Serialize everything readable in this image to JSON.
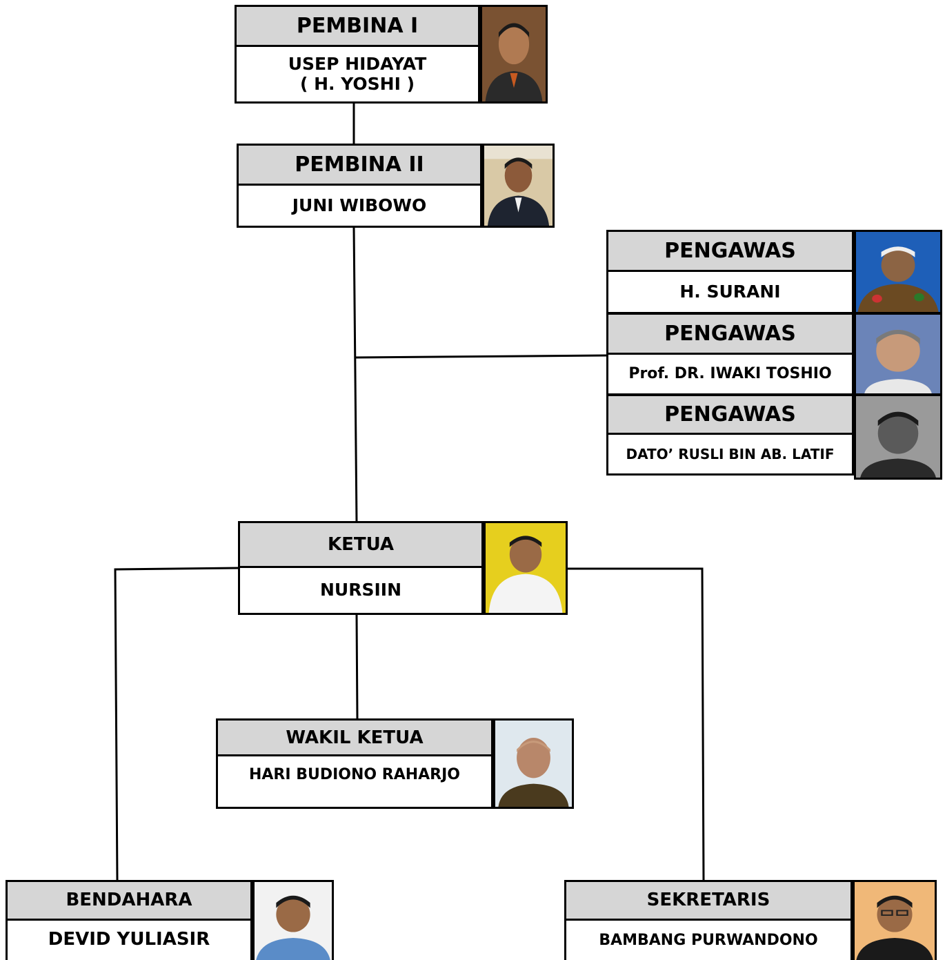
{
  "pembina_1": {
    "role": "PEMBINA I",
    "name": "USEP HIDAYAT\n( H. YOSHI )",
    "photo_bg": "#7a5232"
  },
  "pembina_2": {
    "role": "PEMBINA II",
    "name": "JUNI WIBOWO",
    "photo_bg": "#d9c9a6"
  },
  "pengawas": [
    {
      "role": "PENGAWAS",
      "name": "H. SURANI",
      "photo_bg": "#1e5fb8"
    },
    {
      "role": "PENGAWAS",
      "name": "Prof. DR. IWAKI TOSHIO",
      "photo_bg": "#6b84b8"
    },
    {
      "role": "PENGAWAS",
      "name": "DATO’ RUSLI BIN AB. LATIF",
      "photo_bg": "#9a9a9a"
    }
  ],
  "ketua": {
    "role": "KETUA",
    "name": "NURSIIN",
    "photo_bg": "#e6cf1e"
  },
  "wakil_ketua": {
    "role": "WAKIL KETUA",
    "name": "HARI BUDIONO RAHARJO",
    "photo_bg": "#dfe8ee"
  },
  "bendahara": {
    "role": "BENDAHARA",
    "name": "DEVID YULIASIR",
    "photo_bg": "#f2f2f2"
  },
  "sekretaris": {
    "role": "SEKRETARIS",
    "name": "BAMBANG PURWANDONO",
    "photo_bg": "#f0b878"
  },
  "colors": {
    "header_fill": "#d6d6d6",
    "line": "#000000"
  }
}
